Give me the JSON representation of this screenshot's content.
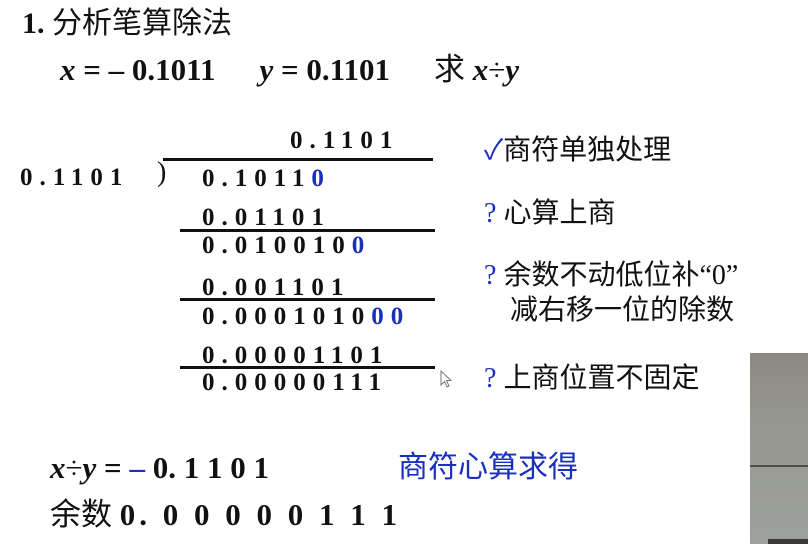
{
  "slide": {
    "title": {
      "number": "1.",
      "text": "分析笔算除法"
    },
    "problem": {
      "x_var": "x",
      "x_eq": " = – 0.1011",
      "y_var": "y",
      "y_eq": " = 0.1101",
      "ask": "求 ",
      "ask_expr_x": "x",
      "ask_div": "÷",
      "ask_expr_y": "y"
    },
    "long_division": {
      "divisor": "0.1101",
      "bracket": ")",
      "quotient": "0.1101",
      "rows": [
        {
          "black": "0.1011",
          "blue": "0"
        },
        {
          "black": "0.01101",
          "blue": ""
        },
        {
          "black": "0.010010",
          "blue": "0"
        },
        {
          "black": "0.001101",
          "blue": ""
        },
        {
          "black": "0.0001010",
          "blue": "00"
        },
        {
          "black": "0.00001101",
          "blue": ""
        },
        {
          "black": "0.00000111",
          "blue": ""
        }
      ]
    },
    "notes": [
      {
        "marker": "✓",
        "text": "商符单独处理"
      },
      {
        "marker": "?",
        "text": "心算上商"
      },
      {
        "marker": "?",
        "text": "余数不动低位补“0”",
        "text2": "减右移一位的除数"
      },
      {
        "marker": "?",
        "text": "上商位置不固定"
      }
    ],
    "result": {
      "x": "x",
      "div": "÷",
      "y": "y",
      "eq": " = ",
      "sign": "–",
      "value": " 0. 1 1 0 1",
      "note": "商符心算求得"
    },
    "remainder": {
      "label": "余数",
      "value": "0. 0 0 0 0 0 1 1 1"
    },
    "colors": {
      "text": "#111111",
      "accent_blue": "#1a2fc0"
    }
  }
}
